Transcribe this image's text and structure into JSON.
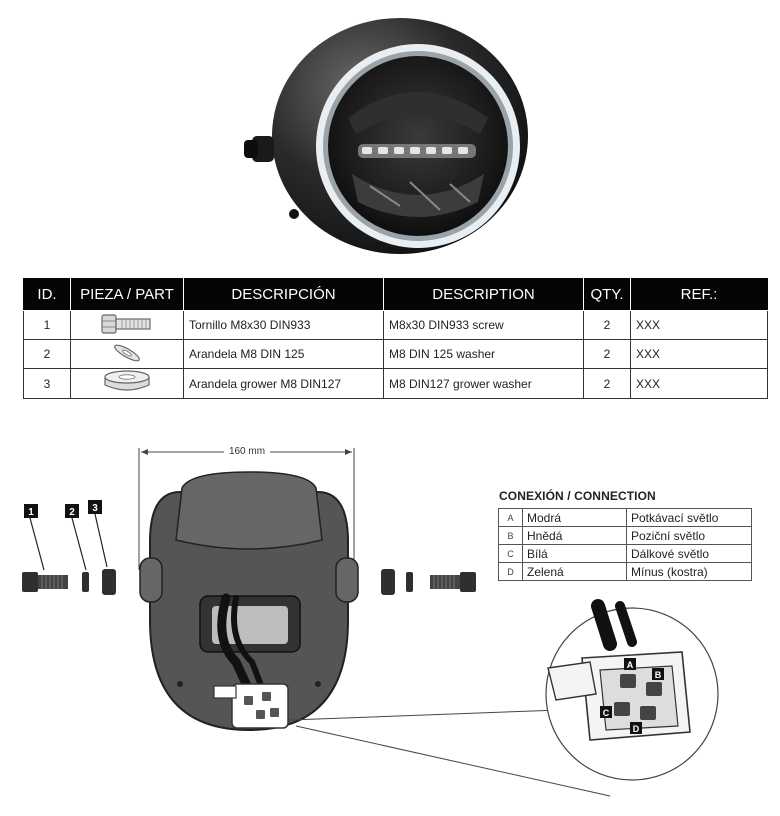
{
  "parts_table": {
    "headers": {
      "id": "ID.",
      "part": "PIEZA / PART",
      "descripcion": "DESCRIPCIÓN",
      "description": "DESCRIPTION",
      "qty": "QTY.",
      "ref": "REF.:"
    },
    "rows": [
      {
        "id": "1",
        "descripcion": "Tornillo M8x30 DIN933",
        "description": "M8x30 DIN933 screw",
        "qty": "2",
        "ref": "XXX",
        "icon": "bolt-icon"
      },
      {
        "id": "2",
        "descripcion": "Arandela M8 DIN 125",
        "description": "M8 DIN 125 washer",
        "qty": "2",
        "ref": "XXX",
        "icon": "flat-washer-icon"
      },
      {
        "id": "3",
        "descripcion": "Arandela grower M8 DIN127",
        "description": "M8 DIN127 grower washer",
        "qty": "2",
        "ref": "XXX",
        "icon": "grower-washer-icon"
      }
    ]
  },
  "diagram": {
    "width_label": "160 mm",
    "callouts": [
      "1",
      "2",
      "3"
    ],
    "pin_labels": [
      "A",
      "B",
      "C",
      "D"
    ]
  },
  "connection": {
    "title": "CONEXIÓN / CONNECTION",
    "rows": [
      {
        "pin": "A",
        "color": "Modrá",
        "function": "Potkávací světlo"
      },
      {
        "pin": "B",
        "color": "Hnědá",
        "function": "Poziční světlo"
      },
      {
        "pin": "C",
        "color": "Bílá",
        "function": "Dálkové světlo"
      },
      {
        "pin": "D",
        "color": "Zelená",
        "function": "Mínus (kostra)"
      }
    ]
  },
  "colors": {
    "header_bg": "#050505",
    "lamp_body": "#555555",
    "drl_ring": "#e8eef2"
  }
}
